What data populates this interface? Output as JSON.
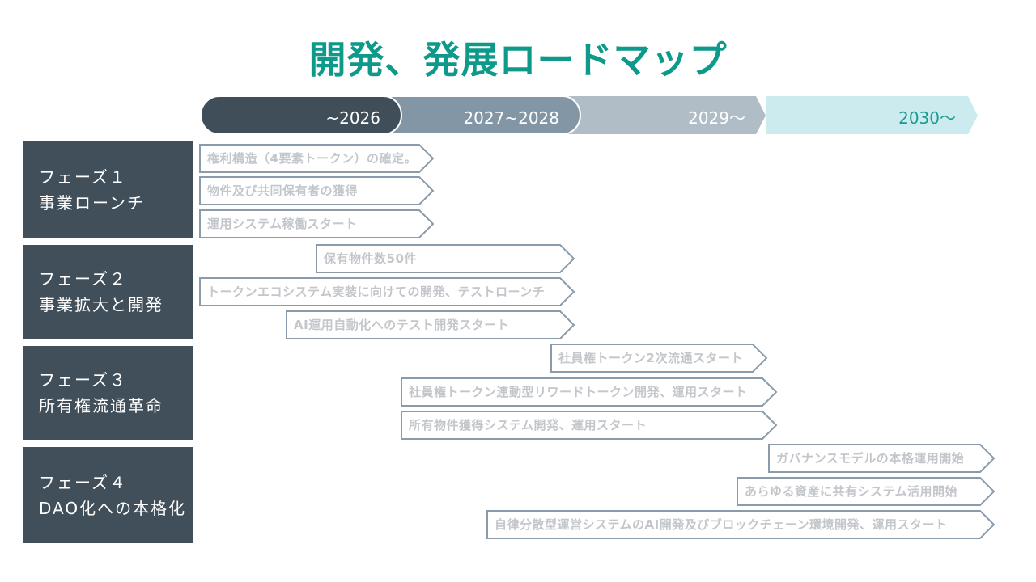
{
  "title": "開発、発展ロードマップ",
  "timeline": [
    {
      "label": "~2026",
      "fill": "#3f4e59",
      "text_color": "#ffffff"
    },
    {
      "label": "2027~2028",
      "fill": "#8296a6",
      "text_color": "#ffffff"
    },
    {
      "label": "2029〜",
      "fill": "#b0bcc6",
      "text_color": "#ffffff"
    },
    {
      "label": "2030〜",
      "fill": "#ccebef",
      "text_color": "#1a9c90"
    }
  ],
  "phases": [
    {
      "line1": "フェーズ１",
      "line2": "事業ローンチ"
    },
    {
      "line1": "フェーズ２",
      "line2": "事業拡大と開発"
    },
    {
      "line1": "フェーズ３",
      "line2": "所有権流通革命"
    },
    {
      "line1": "フェーズ４",
      "line2": "DAO化への本格化"
    }
  ],
  "tasks": [
    {
      "label": "権利構造（4要素トークン）の確定。"
    },
    {
      "label": "物件及び共同保有者の獲得"
    },
    {
      "label": "運用システム稼働スタート"
    },
    {
      "label": "保有物件数50件"
    },
    {
      "label": "トークンエコシステム実装に向けての開発、テストローンチ"
    },
    {
      "label": "AI運用自動化へのテスト開発スタート"
    },
    {
      "label": "社員権トークン2次流通スタート"
    },
    {
      "label": "社員権トークン連動型リワードトークン開発、運用スタート"
    },
    {
      "label": "所有物件獲得システム開発、運用スタート"
    },
    {
      "label": "ガバナンスモデルの本格運用開始"
    },
    {
      "label": "あらゆる資産に共有システム活用開始"
    },
    {
      "label": "自律分散型運営システムのAI開発及びブロックチェーン環境開発、運用スタート"
    }
  ],
  "colors": {
    "title": "#0e9a8a",
    "phase_bg": "#404f5a",
    "task_border": "#8a9bab",
    "task_text": "#c3c6ca"
  }
}
